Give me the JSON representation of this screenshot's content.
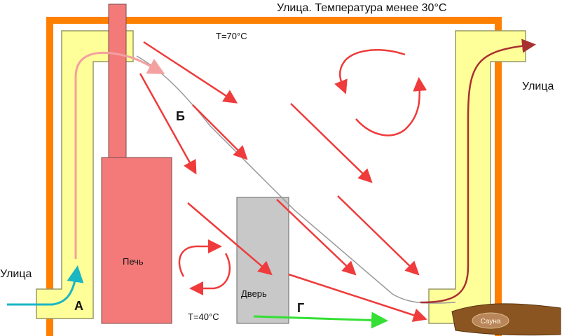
{
  "labels": {
    "outside_temp": "Улица. Температура менее 30°С",
    "top_temp": "T=70°C",
    "bottom_temp": "T=40°C",
    "street_left": "Улица",
    "street_right": "Улица",
    "stove": "Печь",
    "door": "Дверь",
    "point_a": "А",
    "point_b": "Б",
    "point_g": "Г"
  },
  "logo": {
    "text": "Сауна"
  },
  "colors": {
    "frame": "#ff7f00",
    "duct": "#ffff99",
    "stove": "#f47a7a",
    "door": "#c8c8c8",
    "hot_arrow": "#ef3b3b",
    "inflow_arrow": "#19b6c4",
    "floor_arrow": "#33e033"
  }
}
